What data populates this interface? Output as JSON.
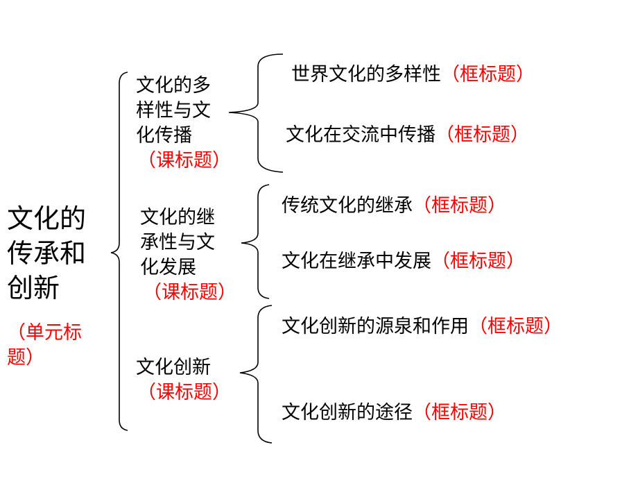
{
  "unit": {
    "title_lines": [
      "文化的",
      "传承和",
      "创新"
    ],
    "tag_lines": [
      "（单元标",
      "题）"
    ]
  },
  "lessons": [
    {
      "title_lines": [
        "文化的多",
        "样性与文",
        "化传播"
      ],
      "tag": "（课标题）",
      "frames": [
        {
          "title": "世界文化的多样性",
          "tag": "（框标题）"
        },
        {
          "title": "文化在交流中传播",
          "tag": "（框标题）"
        }
      ]
    },
    {
      "title_lines": [
        "文化的继",
        "承性与文",
        "化发展"
      ],
      "tag": "（课标题）",
      "frames": [
        {
          "title": "传统文化的继承",
          "tag": "（框标题）"
        },
        {
          "title": "文化在继承中发展",
          "tag": "（框标题）"
        }
      ]
    },
    {
      "title_lines": [
        "文化创新"
      ],
      "tag": "（课标题）",
      "frames": [
        {
          "title": "文化创新的源泉和作用",
          "tag": "（框标题）"
        },
        {
          "title": "文化创新的途径",
          "tag": "（框标题）"
        }
      ]
    }
  ],
  "colors": {
    "text": "#000000",
    "tag": "#ff0000",
    "background": "#ffffff"
  }
}
